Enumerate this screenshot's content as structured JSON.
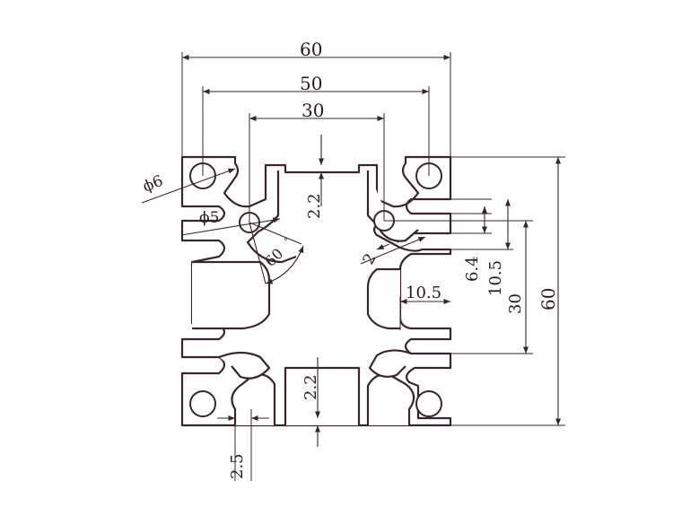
{
  "drawing": {
    "colors": {
      "line": "#3a2626",
      "background": "#ffffff"
    },
    "dimensions": {
      "overall_width": "60",
      "hole_spacing": "50",
      "slot_spacing": "30",
      "hole_diameter_corner": "ϕ6",
      "hole_diameter_inner": "ϕ5",
      "angle": "60",
      "wall_top": "2.2",
      "wall_bottom": "2.2",
      "rib": "2",
      "slot_width": "6.4",
      "slot_offset": "10.5",
      "inner_spacing": "30",
      "overall_height": "60",
      "web_width": "10.5",
      "lip": "2.5"
    }
  }
}
